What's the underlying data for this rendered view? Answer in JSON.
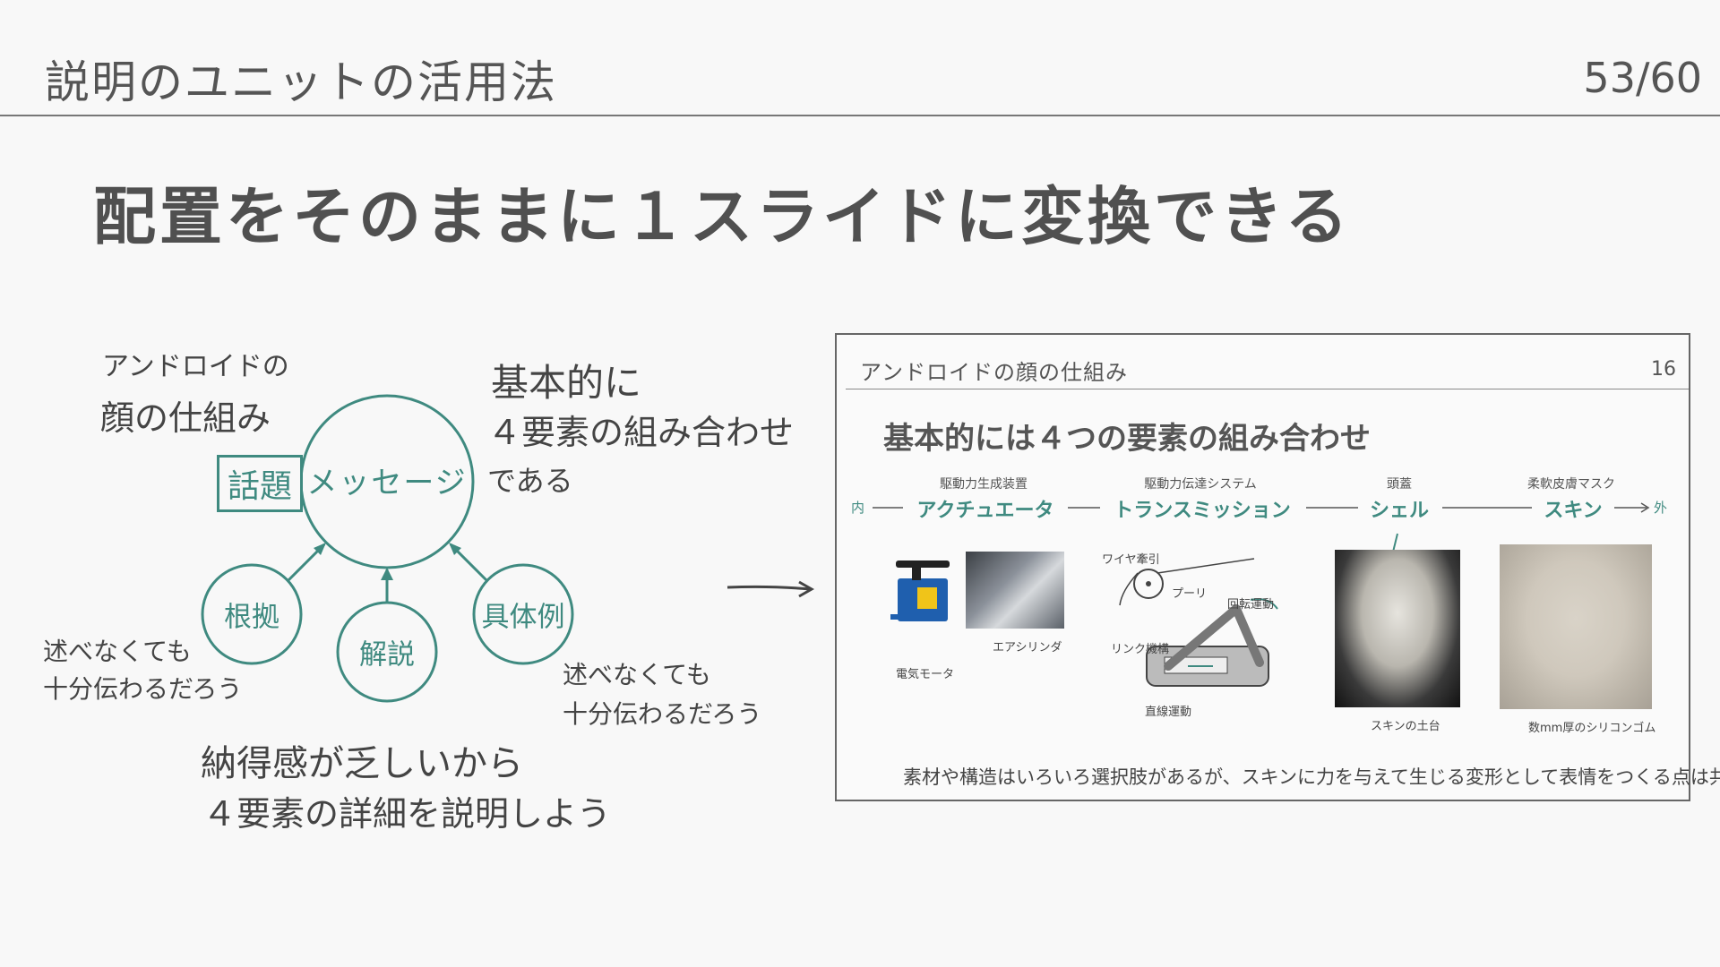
{
  "header": {
    "title": "説明のユニットの活用法",
    "page": "53/60"
  },
  "main_title": "配置をそのままに１スライドに変換できる",
  "diagram": {
    "top_left_note_1": "アンドロイドの",
    "top_left_note_2": "顔の仕組み",
    "top_right_note_1": "基本的に",
    "top_right_note_2": "４要素の組み合わせ",
    "top_right_note_3": "である",
    "topic": "話題",
    "message": "メッセージ",
    "nodes": {
      "evidence": "根拠",
      "explanation": "解説",
      "example": "具体例"
    },
    "left_note_1": "述べなくても",
    "left_note_2": "十分伝わるだろう",
    "right_note_1": "述べなくても",
    "right_note_2": "十分伝わるだろう",
    "bottom_note_1": "納得感が乏しいから",
    "bottom_note_2": "４要素の詳細を説明しよう",
    "colors": {
      "accent": "#3f8a80",
      "text": "#444444"
    }
  },
  "mini_slide": {
    "title": "アンドロイドの顔の仕組み",
    "page": "16",
    "headline": "基本的には４つの要素の組み合わせ",
    "inner": "内",
    "outer": "外",
    "chain": [
      {
        "label": "アクチュエータ",
        "sub": "駆動力生成装置"
      },
      {
        "label": "トランスミッション",
        "sub": "駆動力伝達システム"
      },
      {
        "label": "シェル",
        "sub": "頭蓋"
      },
      {
        "label": "スキン",
        "sub": "柔軟皮膚マスク"
      }
    ],
    "captions": {
      "motor": "電気モータ",
      "cylinder": "エアシリンダ",
      "wire": "ワイヤ牽引",
      "pulley": "プーリ",
      "rotation": "回転運動",
      "link": "リンク機構",
      "linear": "直線運動",
      "skin_base": "スキンの土台",
      "silicone": "数mm厚のシリコンゴム"
    },
    "footer": "素材や構造はいろいろ選択肢があるが、スキンに力を与えて生じる変形として表情をつくる点は共通"
  }
}
